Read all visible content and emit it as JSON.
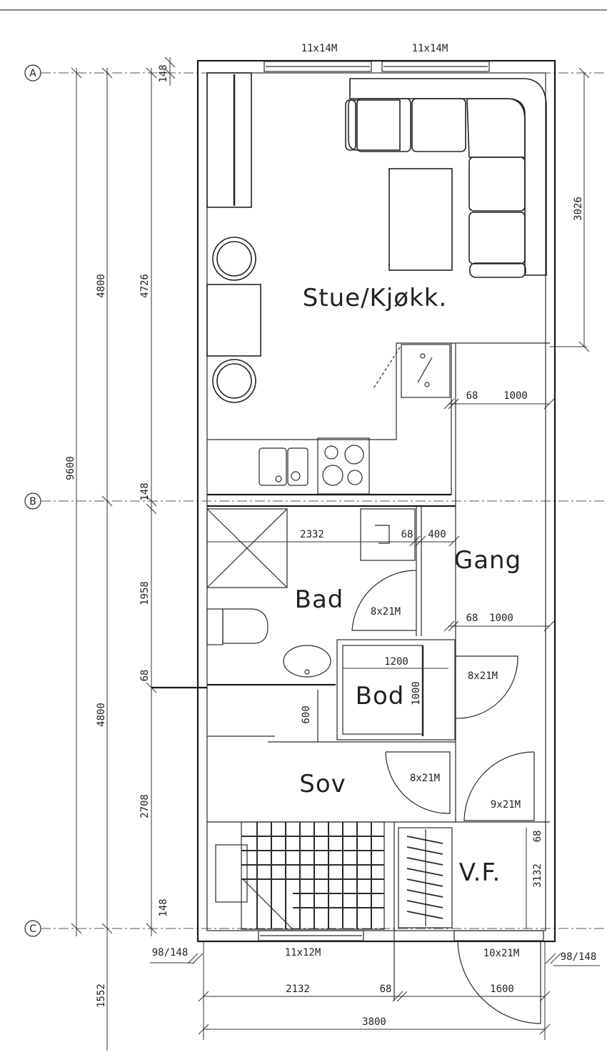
{
  "drawing": {
    "type": "architectural-floor-plan",
    "grid_axes": [
      {
        "label": "A"
      },
      {
        "label": "B"
      },
      {
        "label": "C"
      }
    ],
    "rooms": {
      "living_kitchen": "Stue/Kjøkk.",
      "bathroom": "Bad",
      "hallway": "Gang",
      "storage": "Bod",
      "bedroom": "Sov",
      "utility": "V.F."
    },
    "windows": {
      "top_left": "11x14M",
      "top_right": "11x14M",
      "bottom": "11x12M"
    },
    "doors": {
      "bath_door": "8x21M",
      "storage_door": "8x21M",
      "bedroom_door": "8x21M",
      "utility_door": "9x21M",
      "entry_door": "10x21M"
    },
    "dimensions": {
      "left_total": "9600",
      "left_upper": "4800",
      "left_lower": "4800",
      "left_inner_upper": "4726",
      "left_top_wall": "148",
      "left_mid_wall": "148",
      "left_bath": "1958",
      "left_partition": "68",
      "left_bedroom": "2708",
      "left_bottom_wall": "148",
      "left_extension": "1552",
      "right_living": "3026",
      "kitchen_wall": "68",
      "kitchen_hall": "1000",
      "bath_width": "2332",
      "bath_wall": "68",
      "bath_hall": "400",
      "hall_wall": "68",
      "hall_width": "1000",
      "storage_width": "1200",
      "storage_depth": "1000",
      "closet_depth": "600",
      "utility_wall": "68",
      "utility_length": "3132",
      "bottom_left_wall": "98/148",
      "bottom_right_wall": "98/148",
      "bottom_left_span": "2132",
      "bottom_mid_wall": "68",
      "bottom_right_span": "1600",
      "bottom_total": "3800"
    }
  }
}
